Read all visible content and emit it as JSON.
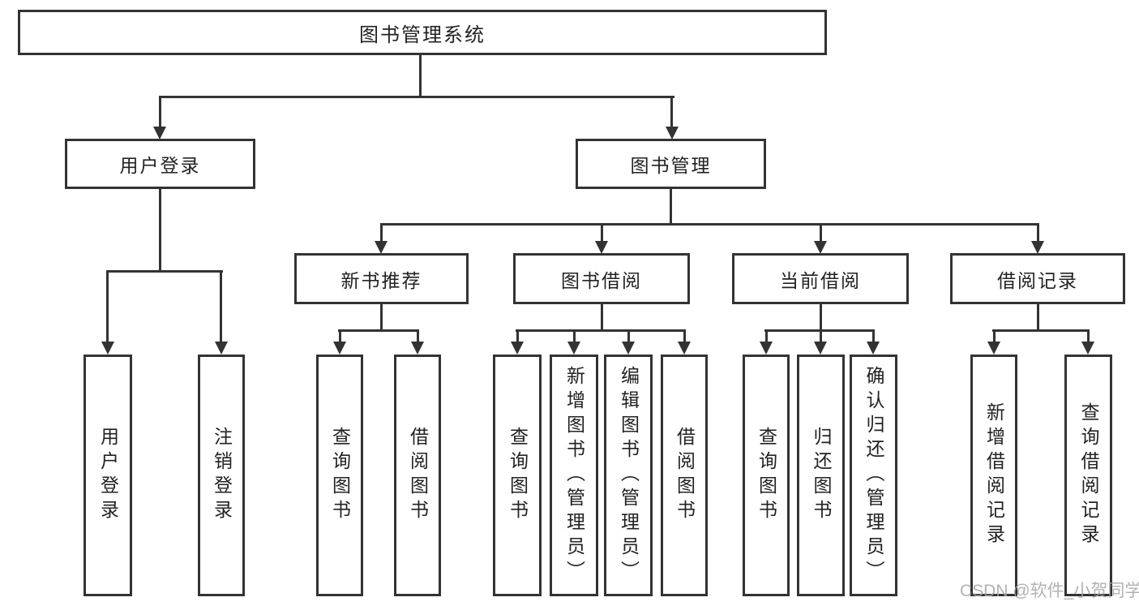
{
  "diagram": {
    "root": {
      "label": "图书管理系统",
      "children": [
        {
          "label": "用户登录",
          "children": [
            {
              "label": "用户登录"
            },
            {
              "label": "注销登录"
            }
          ]
        },
        {
          "label": "图书管理",
          "children": [
            {
              "label": "新书推荐",
              "children": [
                {
                  "label": "查询图书"
                },
                {
                  "label": "借阅图书"
                }
              ]
            },
            {
              "label": "图书借阅",
              "children": [
                {
                  "label": "查询图书"
                },
                {
                  "label": "新增图书（管理员）"
                },
                {
                  "label": "编辑图书（管理员）"
                },
                {
                  "label": "借阅图书"
                }
              ]
            },
            {
              "label": "当前借阅",
              "children": [
                {
                  "label": "查询图书"
                },
                {
                  "label": "归还图书"
                },
                {
                  "label": "确认归还（管理员）"
                }
              ]
            },
            {
              "label": "借阅记录",
              "children": [
                {
                  "label": "新增借阅记录"
                },
                {
                  "label": "查询借阅记录"
                }
              ]
            }
          ]
        }
      ]
    }
  },
  "watermark": {
    "text": "CSDN @软件_小贺同学"
  },
  "colors": {
    "line": "#333333",
    "text": "#222222",
    "watermark": "#a5a5a5",
    "background": "#ffffff"
  }
}
